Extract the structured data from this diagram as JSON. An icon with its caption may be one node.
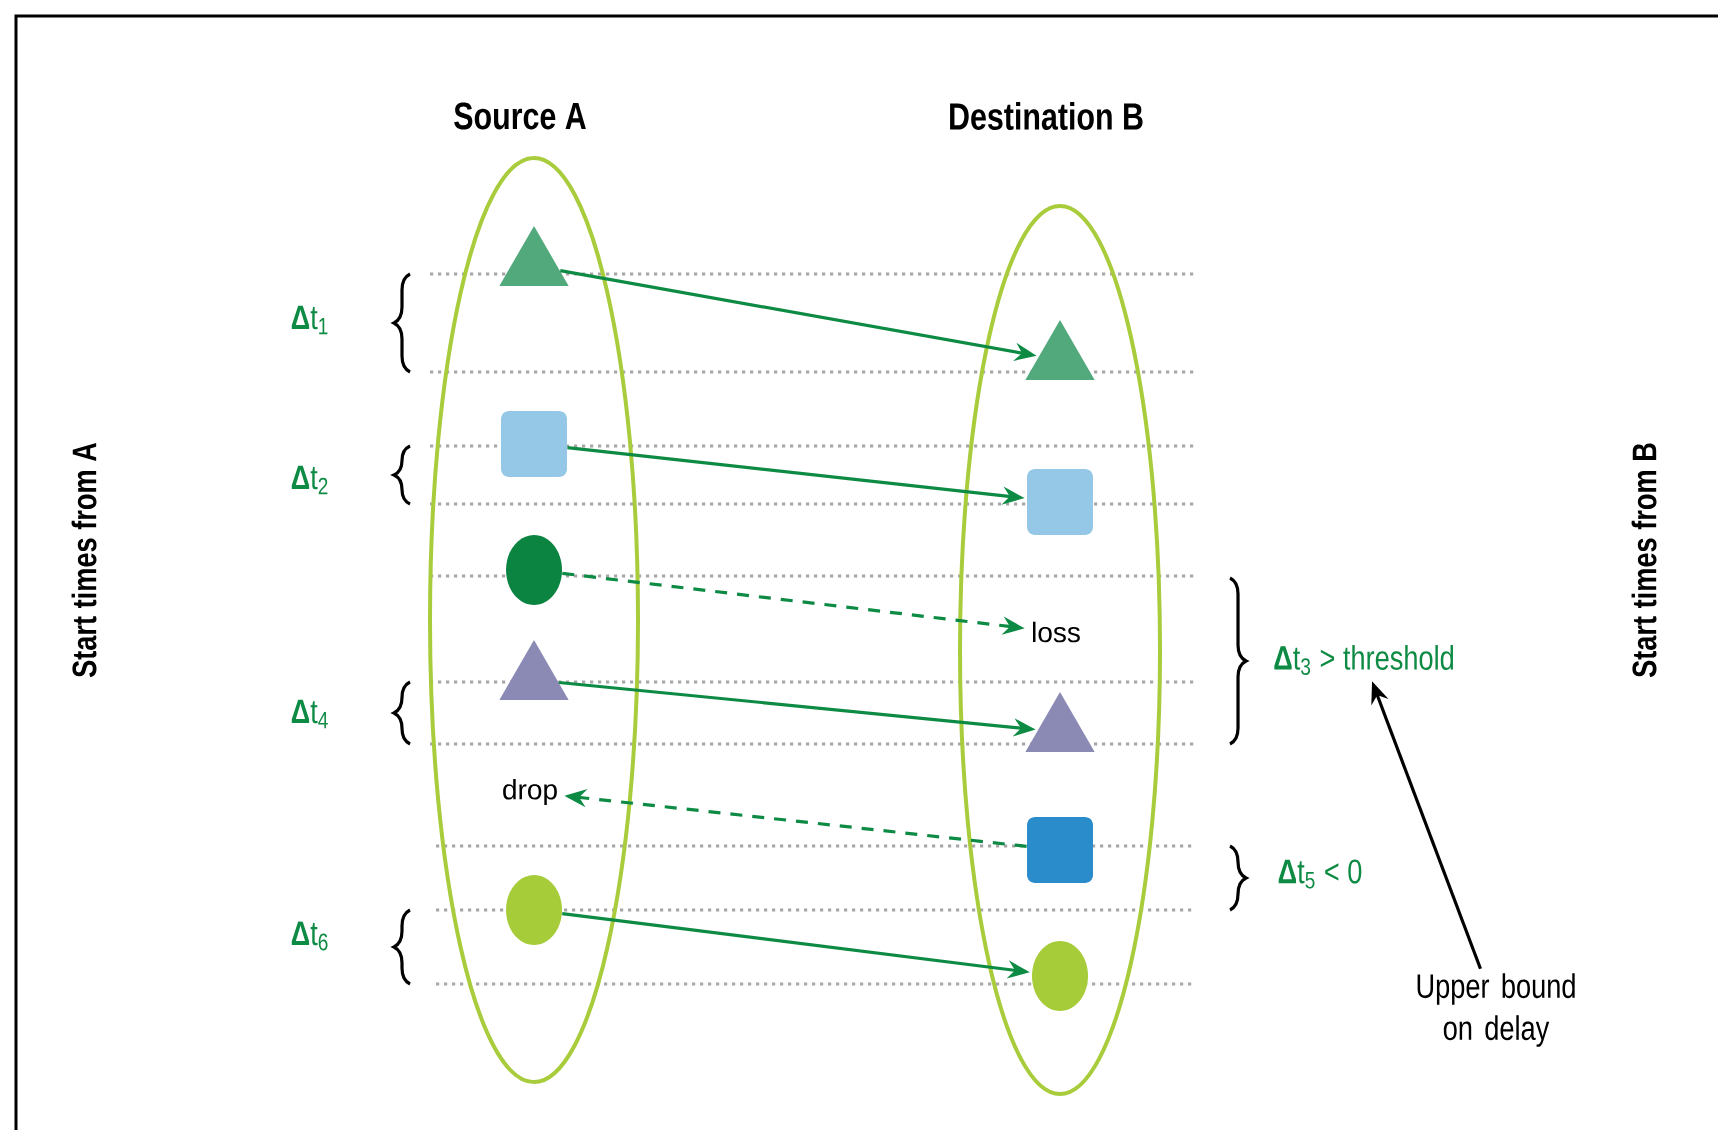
{
  "diagram": {
    "nodes": [
      {
        "text": [
          "Source A"
        ]
      },
      {
        "text": [
          "Destination B"
        ]
      },
      {
        "text": [],
        "shape": "triangle",
        "in": 0
      },
      {
        "text": [],
        "shape": "box",
        "in": 0
      },
      {
        "text": [],
        "shape": "circle",
        "in": 0
      },
      {
        "text": [],
        "shape": "triangle",
        "in": 0
      },
      {
        "text": [],
        "shape": "circle",
        "in": 0
      },
      {
        "text": [],
        "shape": "triangle",
        "in": 1
      },
      {
        "text": [],
        "shape": "box",
        "in": 1
      },
      {
        "text": [
          "loss"
        ],
        "in": 1
      },
      {
        "text": [],
        "shape": "triangle",
        "in": 1
      },
      {
        "text": [],
        "shape": "box",
        "in": 1
      },
      {
        "text": [],
        "shape": "circle",
        "in": 1
      },
      {
        "text": [
          "drop"
        ],
        "in": 0
      },
      {
        "text": [
          "Upper bound on delay"
        ]
      },
      {
        "text": [
          "**Δ**t$_{3}$ > threshold"
        ]
      }
    ],
    "edges": [
      {
        "from": 2,
        "to": 7,
        "arrow": "to"
      },
      {
        "from": 3,
        "to": 8,
        "arrow": "to"
      },
      {
        "from": 4,
        "to": 9,
        "arrow": "to",
        "style": "dashed"
      },
      {
        "from": 5,
        "to": 10,
        "arrow": "to"
      },
      {
        "from": 11,
        "to": 13,
        "arrow": "to",
        "style": "dashed"
      },
      {
        "from": 6,
        "to": 12,
        "arrow": "to"
      },
      {
        "from": 14,
        "to": 15,
        "arrow": "to",
        "color": "#000000"
      }
    ],
    "labels": [
      "Start times from A",
      "**Δ**t$_{1}$",
      "**Δ**t$_{2}$",
      "**Δ**t$_{4}$",
      "**Δ**t$_{5}$ < 0",
      "**Δ**t$_{6}$",
      "Start times from B"
    ]
  }
}
